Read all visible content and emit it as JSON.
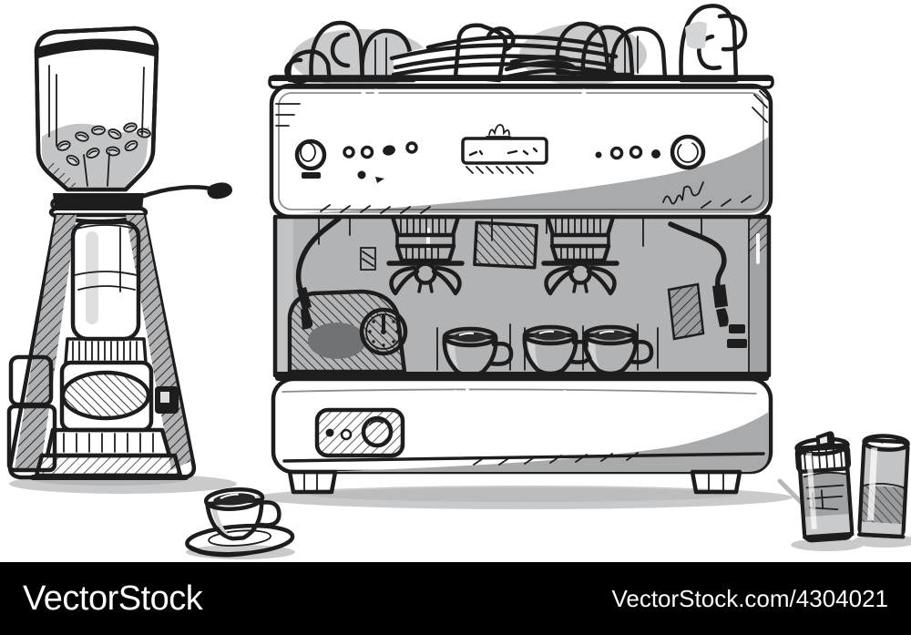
{
  "scene": {
    "kind": "hand-drawn-sketch-illustration",
    "background_color": "#ffffff",
    "ink_color": "#1d1d1e",
    "palette": {
      "light_gray": "#c8c9cb",
      "mid_gray": "#aaabad",
      "dark_gray": "#8f9092",
      "white": "#ffffff"
    },
    "objects": [
      "coffee-grinder",
      "espresso-machine-two-group",
      "cups-and-plates-on-warmer",
      "pressure-gauge",
      "espresso-cups-on-tray",
      "espresso-cup-on-saucer",
      "glass-dispenser",
      "drinking-glass"
    ]
  },
  "watermark_bar": {
    "background_color": "#000000",
    "text_color": "#ffffff",
    "logo_text": "VectorStock",
    "url_text": "VectorStock.com/4304021"
  }
}
